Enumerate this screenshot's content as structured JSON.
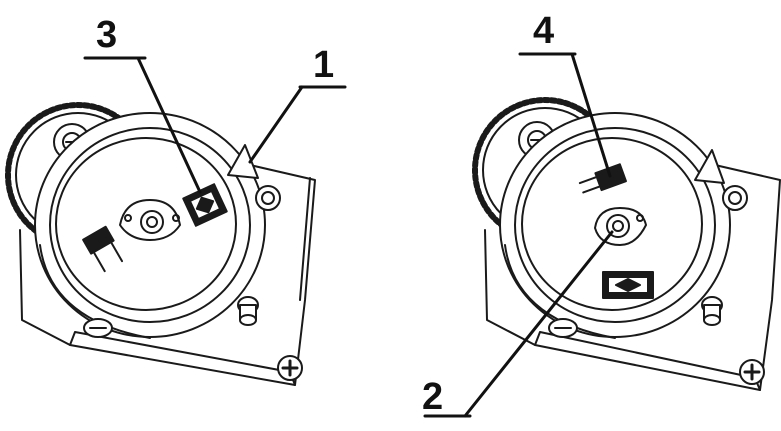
{
  "diagram": {
    "callouts": {
      "c1": "1",
      "c2": "2",
      "c3": "3",
      "c4": "4"
    },
    "colors": {
      "stroke": "#1a1a1a",
      "fill": "#ffffff",
      "shade": "#e6e6e6"
    }
  }
}
